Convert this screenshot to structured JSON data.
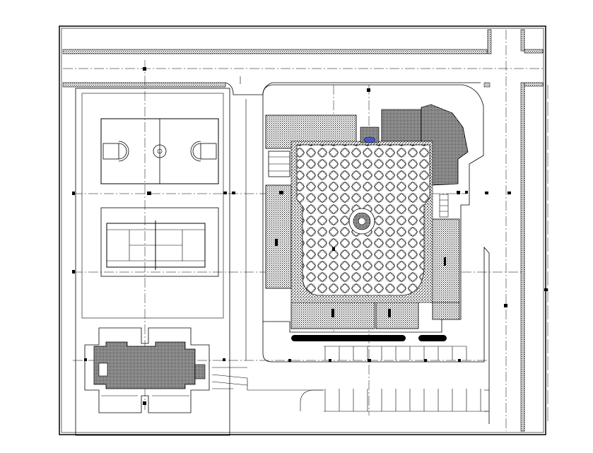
{
  "drawing": {
    "type": "architectural-site-plan",
    "corner_tag": "",
    "colors": {
      "line": "#000000",
      "background": "#ffffff",
      "hatch": "#000000"
    },
    "zones": [
      "roads",
      "basketball-court",
      "tennis-court",
      "main-building",
      "central-courtyard",
      "annex-building",
      "parking-area"
    ]
  }
}
